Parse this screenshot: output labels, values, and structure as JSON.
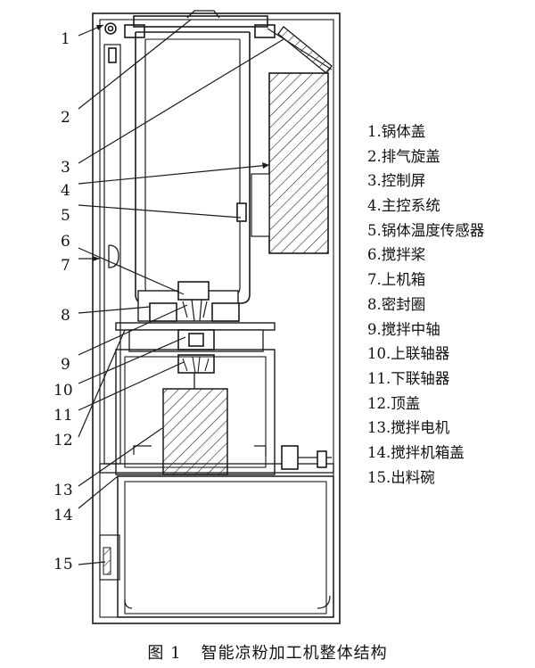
{
  "labels": [
    "1",
    "2",
    "3",
    "4",
    "5",
    "6",
    "7",
    "8",
    "9",
    "10",
    "11",
    "12",
    "13",
    "14",
    "15"
  ],
  "legend": [
    "1.锅体盖",
    "2.排气旋盖",
    "3.控制屏",
    "4.主控系统",
    "5.锅体温度传感器",
    "6.搅拌桨",
    "7.上机箱",
    "8.密封圈",
    "9.搅拌中轴",
    "10.上联轴器",
    "11.下联轴器",
    "12.顶盖",
    "13.搅拌电机",
    "14.搅拌机箱盖",
    "15.出料碗"
  ],
  "caption": {
    "figure": "图 1",
    "title": "智能凉粉加工机整体结构"
  }
}
